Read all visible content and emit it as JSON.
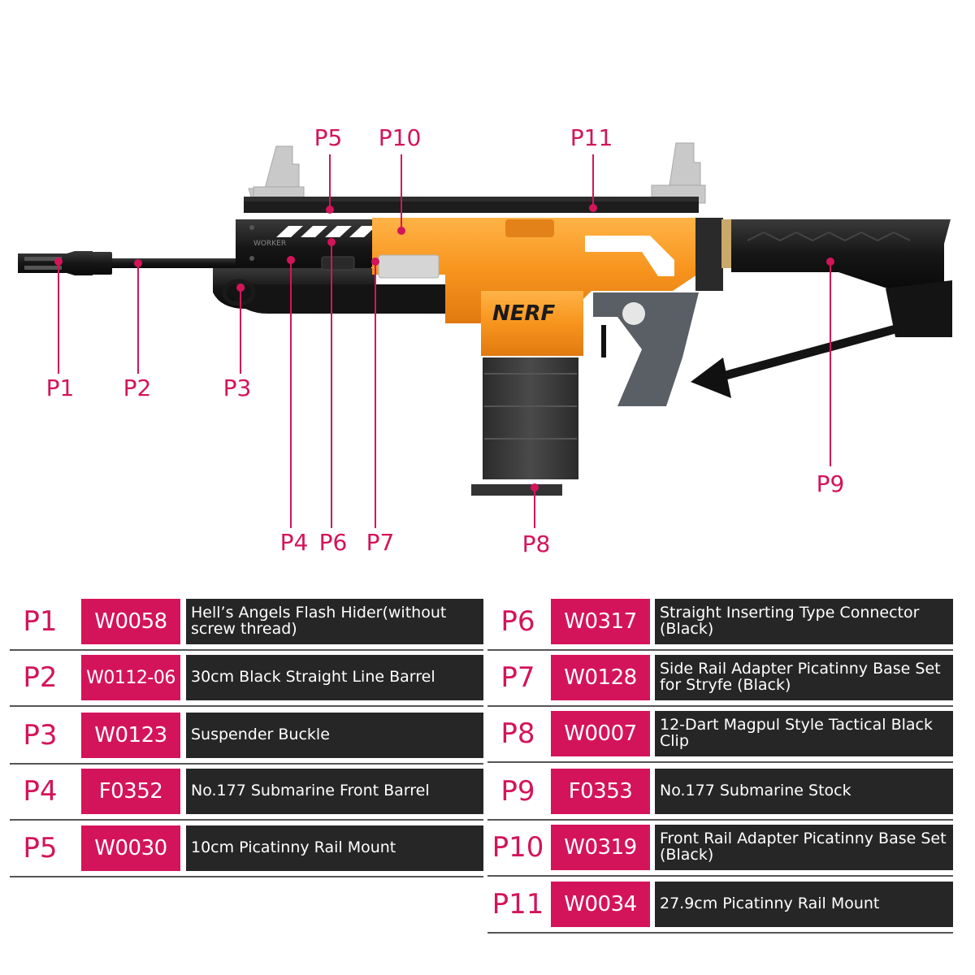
{
  "colors": {
    "accent": "#d4145a",
    "bar": "#262626",
    "orange": "#f7941d"
  },
  "logo_text": "NERF",
  "engraving_text": "WORKER",
  "callouts": [
    "P1",
    "P2",
    "P3",
    "P4",
    "P5",
    "P6",
    "P7",
    "P8",
    "P9",
    "P10",
    "P11"
  ],
  "parts": [
    {
      "pnum": "P1",
      "code": "W0058",
      "desc": "Hell’s Angels Flash Hider(without screw thread)"
    },
    {
      "pnum": "P2",
      "code": "W0112-06",
      "desc": "30cm Black Straight Line Barrel"
    },
    {
      "pnum": "P3",
      "code": "W0123",
      "desc": "Suspender Buckle"
    },
    {
      "pnum": "P4",
      "code": "F0352",
      "desc": "No.177 Submarine Front Barrel"
    },
    {
      "pnum": "P5",
      "code": "W0030",
      "desc": "10cm Picatinny Rail Mount"
    },
    {
      "pnum": "P6",
      "code": "W0317",
      "desc": "Straight Inserting Type Connector (Black)"
    },
    {
      "pnum": "P7",
      "code": "W0128",
      "desc": "Side  Rail Adapter Picatinny Base Set for  Stryfe (Black)"
    },
    {
      "pnum": "P8",
      "code": "W0007",
      "desc": "12-Dart Magpul Style Tactical Black Clip"
    },
    {
      "pnum": "P9",
      "code": "F0353",
      "desc": "No.177 Submarine Stock"
    },
    {
      "pnum": "P10",
      "code": "W0319",
      "desc": "Front Rail Adapter Picatinny Base Set (Black)"
    },
    {
      "pnum": "P11",
      "code": "W0034",
      "desc": "27.9cm Picatinny Rail Mount"
    }
  ]
}
